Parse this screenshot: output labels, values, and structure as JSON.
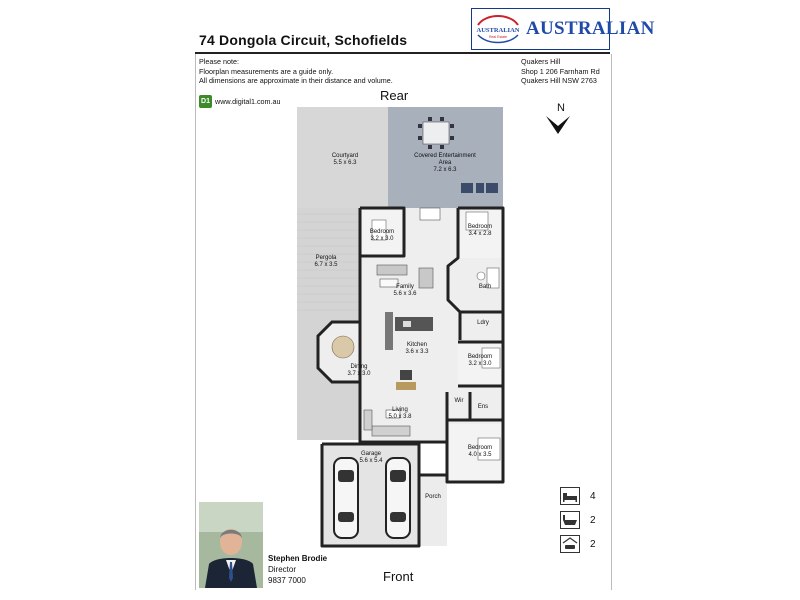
{
  "listing": {
    "title": "74 Dongola Circuit, Schofields"
  },
  "brand": {
    "logo_text": "AUSTRALIAN",
    "badge_text": "AUSTRALIAN",
    "badge_subtext": "Real Estate",
    "color": "#1f4aa8"
  },
  "disclaimer": {
    "heading": "Please note:",
    "line1": "Floorplan measurements are a guide only.",
    "line2": "All dimensions are approximate in their distance and volume."
  },
  "office": {
    "suburb": "Quakers Hill",
    "street": "Shop 1 206 Farnham Rd",
    "locality": "Quakers Hill NSW 2763"
  },
  "website": {
    "badge": "D1",
    "url": "www.digital1.com.au"
  },
  "orientation": {
    "rear": "Rear",
    "front": "Front",
    "north": "N"
  },
  "rooms": {
    "courtyard": {
      "name": "Courtyard",
      "dims": "5.5 x 6.3"
    },
    "entertainment": {
      "name": "Covered Entertainment",
      "name2": "Area",
      "dims": "7.2 x 6.3"
    },
    "bedroom1": {
      "name": "Bedroom",
      "dims": "3.2 x 3.0"
    },
    "bedroom2": {
      "name": "Bedroom",
      "dims": "3.4 x 2.8"
    },
    "pergola": {
      "name": "Pergola",
      "dims": "6.7 x 3.5"
    },
    "family": {
      "name": "Family",
      "dims": "5.6 x 3.6"
    },
    "bath": {
      "name": "Bath"
    },
    "laundry": {
      "name": "Ldry"
    },
    "kitchen": {
      "name": "Kitchen",
      "dims": "3.6 x 3.3"
    },
    "bedroom3": {
      "name": "Bedroom",
      "dims": "3.2 x 3.0"
    },
    "dining": {
      "name": "Dining",
      "dims": "3.7 x 3.0"
    },
    "wir": {
      "name": "Wir"
    },
    "ensuite": {
      "name": "Ens"
    },
    "living": {
      "name": "Living",
      "dims": "5.0 x 3.8"
    },
    "bedroom4": {
      "name": "Bedroom",
      "dims": "4.0 x 3.5"
    },
    "garage": {
      "name": "Garage",
      "dims": "5.6 x 5.4"
    },
    "porch": {
      "name": "Porch"
    }
  },
  "features": {
    "bedrooms": "4",
    "bathrooms": "2",
    "car_spaces": "2"
  },
  "agent": {
    "name": "Stephen Brodie",
    "role": "Director",
    "phone": "9837 7000"
  }
}
